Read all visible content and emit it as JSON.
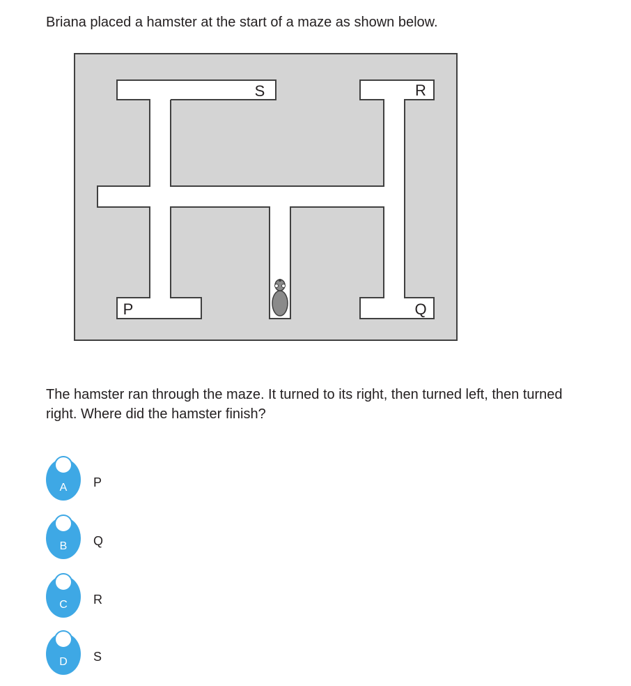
{
  "question": {
    "intro": "Briana placed a hamster at the start of a maze as shown below.",
    "followup": "The hamster ran through the maze. It turned to its right, then turned left, then turned right. Where did the hamster finish?"
  },
  "maze": {
    "labels": {
      "p": "P",
      "q": "Q",
      "r": "R",
      "s": "S"
    },
    "colors": {
      "background": "#d4d4d4",
      "path": "#ffffff",
      "border": "#404040",
      "hamster": "#8a8a8a"
    }
  },
  "choices": [
    {
      "letter": "A",
      "text": "P"
    },
    {
      "letter": "B",
      "text": "Q"
    },
    {
      "letter": "C",
      "text": "R"
    },
    {
      "letter": "D",
      "text": "S"
    }
  ],
  "colors": {
    "accent": "#3ea8e5"
  }
}
